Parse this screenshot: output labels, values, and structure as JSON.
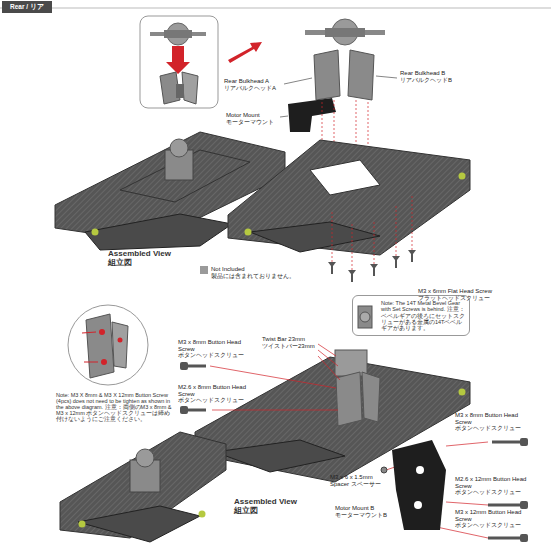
{
  "diagram": {
    "nodes": [
      {
        "text": [
          "Rear / リア"
        ]
      },
      {
        "text": [
          "Note: The 14T Metal Bevel Gear with Set Screws is behind. 注意：ベベルギアの後ろにセットスクリューがある金属の14Tベベルギアがあります。"
        ]
      }
    ],
    "labels": [
      "Rear Bulkhead A リアバルクヘッドA",
      "Rear Bulkhead B リアバルクヘッドB",
      "Motor Mount モーターマウント",
      "Assembled View 組立図",
      "M3 x 6mm Flat Head Screw フラットヘッドスクリュー",
      "Note: M3 X 8mm & M3 X 12mm Button Screw (4pcs) does not need to be tighten as shown in the above diagram. 注意：両側のM3 x 8mm & M3 x 12mm ボタンヘッドスクリューは締め付けないようにご注意ください。",
      "M3 x 8mm Button Head Screw ボタンヘッドスクリュー",
      "Twist Bar 23mm ツイストバー23mm",
      "M2.6 x 8mm Button Head Screw ボタンヘッドスクリュー",
      "M3 x 8mm Button Head Screw ボタンヘッドスクリュー",
      "M3 x 6 x 1.5mm Spacer スペーサー",
      "M2.6 x 12mm Button Head Screw ボタンヘッドスクリュー",
      "Motor Mount B モーターマウントB",
      "M3 x 12mm Button Head Screw ボタンヘッドスクリュー",
      "Assembled View 組立図"
    ],
    "legend": [
      {
        "text": "Not Included 製品には含まれておりません。",
        "color": "#9a9a9a"
      }
    ]
  }
}
